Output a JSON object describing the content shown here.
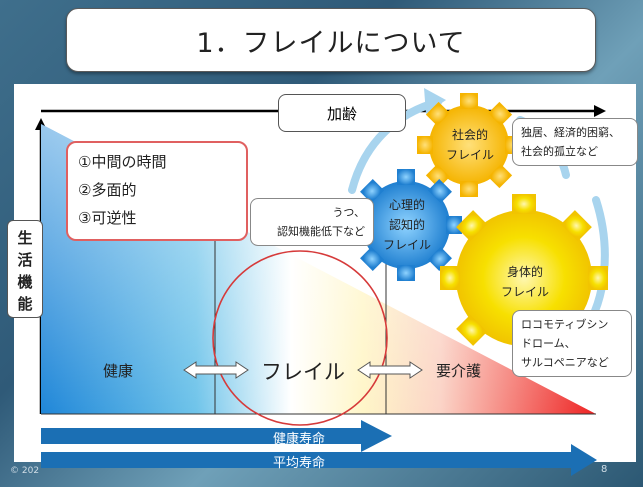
{
  "title": "1．フレイルについて",
  "aging_label": "加齢",
  "y_axis_label": [
    "生",
    "活",
    "機",
    "能"
  ],
  "features": [
    "①中間の時間",
    "②多面的",
    "③可逆性"
  ],
  "stages": {
    "healthy": "健康",
    "frailty": "フレイル",
    "care": "要介護"
  },
  "bars": {
    "healthy_life": "健康寿命",
    "average_life": "平均寿命"
  },
  "gears": {
    "social": [
      "社会的",
      "フレイル"
    ],
    "psychological": [
      "心理的",
      "認知的",
      "フレイル"
    ],
    "physical": [
      "身体的",
      "フレイル"
    ]
  },
  "callouts": {
    "psychological": [
      "うつ、",
      "認知機能低下など"
    ],
    "social": [
      "独居、経済的困窮、",
      "社会的孤立など"
    ],
    "physical": [
      "ロコモティブシン",
      "ドローム、",
      "サルコペニアなど"
    ]
  },
  "footer": {
    "copyright": "© 202",
    "page": "8"
  },
  "colors": {
    "title_border": "#5a5a5a",
    "feature_border": "#e06060",
    "gear_yellow": "#f7d000",
    "gear_blue": "#2a8ad0",
    "bar_blue": "#1b6fb4"
  }
}
